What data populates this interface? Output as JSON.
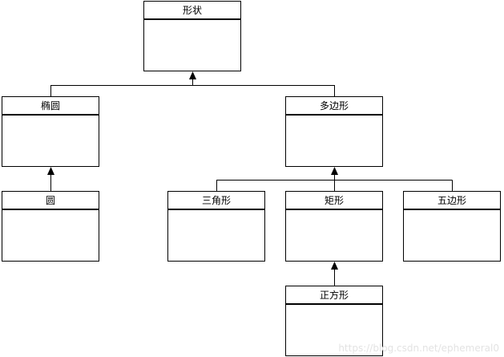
{
  "diagram": {
    "classes": {
      "shape": "形状",
      "ellipse": "椭圆",
      "polygon": "多边形",
      "circle": "圆",
      "triangle": "三角形",
      "rectangle": "矩形",
      "pentagon": "五边形",
      "square": "正方形"
    },
    "relations": [
      {
        "from": "ellipse",
        "to": "shape",
        "type": "generalization"
      },
      {
        "from": "polygon",
        "to": "shape",
        "type": "generalization"
      },
      {
        "from": "circle",
        "to": "ellipse",
        "type": "generalization"
      },
      {
        "from": "triangle",
        "to": "polygon",
        "type": "generalization"
      },
      {
        "from": "rectangle",
        "to": "polygon",
        "type": "generalization"
      },
      {
        "from": "pentagon",
        "to": "polygon",
        "type": "generalization"
      },
      {
        "from": "square",
        "to": "rectangle",
        "type": "generalization"
      }
    ]
  },
  "watermark": "https://blog.csdn.net/ephemeral0"
}
